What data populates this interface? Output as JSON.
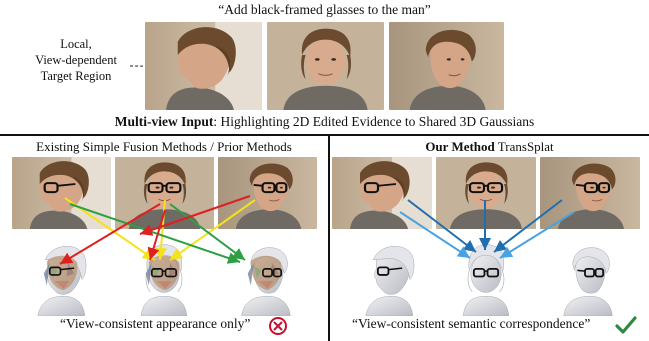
{
  "top": {
    "caption": "“Add black-framed glasses to the man”",
    "side_label_lines": [
      "Local,",
      "View-dependent",
      "Target Region"
    ]
  },
  "multiview": {
    "title_bold": "Multi-view Input",
    "title_rest": ": Highlighting 2D Edited Evidence to Shared 3D Gaussians"
  },
  "left_panel": {
    "heading": "Existing Simple Fusion Methods / Prior Methods",
    "caption": "“View-consistent appearance only”",
    "status_icon": "cross-circle-icon",
    "arrow_colors": [
      "#e02020",
      "#f4e21c",
      "#2ea043"
    ]
  },
  "right_panel": {
    "heading_bold": "Our Method",
    "heading_rest": " TransSplat",
    "caption": "“View-consistent semantic correspondence”",
    "status_icon": "checkmark-icon",
    "arrow_colors": [
      "#1f6fb0",
      "#4aa3e0"
    ]
  },
  "colors": {
    "error": "#c8102e",
    "success": "#2e8b3d"
  }
}
